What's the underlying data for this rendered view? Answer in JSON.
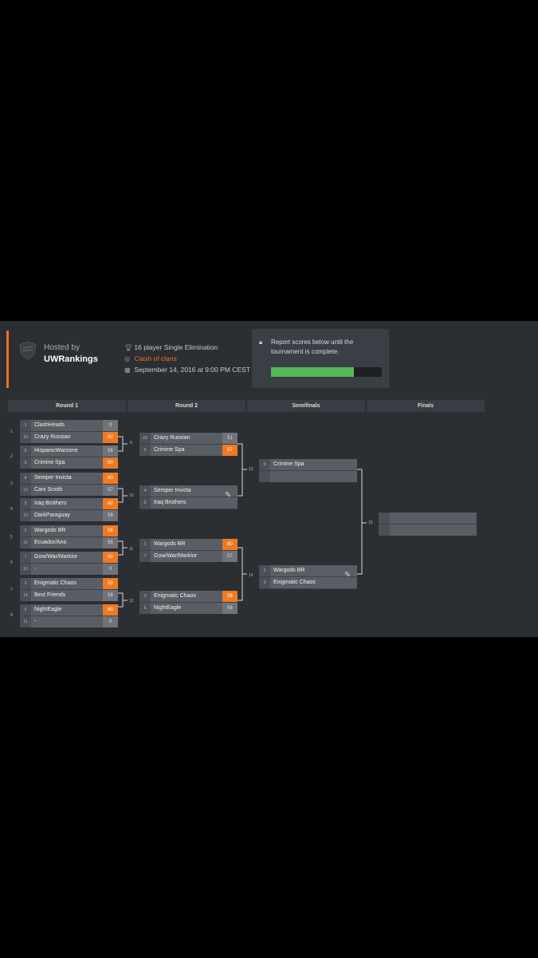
{
  "host": {
    "label": "Hosted by",
    "name": "UWRankings"
  },
  "tournament": {
    "format": "16 player Single Elimination",
    "game": "Clash of clans",
    "date": "September 14, 2016 at 9:00 PM CEST"
  },
  "report": {
    "text": "Report scores below until the tournament is complete.",
    "progress": 0.75
  },
  "colors": {
    "accent": "#f0721e",
    "progress": "#55b957",
    "panel": "#2b2e33"
  },
  "icons": {
    "format": "trophy-icon",
    "game": "gamepad-icon",
    "date": "calendar-icon",
    "report": "lock-icon",
    "edit": "edit-icon"
  },
  "rounds": [
    "Round 1",
    "Round 2",
    "Semifinals",
    "Finals"
  ],
  "matches": {
    "m1": {
      "num": "1",
      "p": [
        {
          "seed": "1",
          "name": "ClashHeads",
          "score": "0"
        },
        {
          "seed": "16",
          "name": "Crazy Russian",
          "score": "60",
          "win": true
        }
      ]
    },
    "m2": {
      "num": "2",
      "p": [
        {
          "seed": "8",
          "name": "HispanicWarzone",
          "score": "56"
        },
        {
          "seed": "9",
          "name": "Crimine Spa",
          "score": "60",
          "win": true
        }
      ]
    },
    "m3": {
      "num": "3",
      "p": [
        {
          "seed": "4",
          "name": "Semper Invicta",
          "score": "60",
          "win": true
        },
        {
          "seed": "13",
          "name": "Cani Sciolti",
          "score": "57"
        }
      ]
    },
    "m4": {
      "num": "4",
      "p": [
        {
          "seed": "5",
          "name": "Iraq Brothers",
          "score": "60",
          "win": true
        },
        {
          "seed": "12",
          "name": "DarkParaguay",
          "score": "58"
        }
      ]
    },
    "m5": {
      "num": "5",
      "p": [
        {
          "seed": "2",
          "name": "Wargods BR",
          "score": "58",
          "win": true
        },
        {
          "seed": "15",
          "name": "Ecuador/Ano",
          "score": "55"
        }
      ]
    },
    "m6": {
      "num": "6",
      "p": [
        {
          "seed": "7",
          "name": "Gow/War/Marklor",
          "score": "60",
          "win": true
        },
        {
          "seed": "10",
          "name": "-",
          "score": "0"
        }
      ]
    },
    "m7": {
      "num": "7",
      "p": [
        {
          "seed": "3",
          "name": "Enigmatic Chaos",
          "score": "59",
          "win": true
        },
        {
          "seed": "14",
          "name": "Best Friends",
          "score": "58"
        }
      ]
    },
    "m8": {
      "num": "8",
      "p": [
        {
          "seed": "6",
          "name": "NightEagle",
          "score": "60",
          "win": true
        },
        {
          "seed": "11",
          "name": "-",
          "score": "0"
        }
      ]
    },
    "m9": {
      "num": "9",
      "p": [
        {
          "seed": "16",
          "name": "Crazy Russian",
          "score": "51"
        },
        {
          "seed": "9",
          "name": "Crimine Spa",
          "score": "57",
          "win": true
        }
      ]
    },
    "m10": {
      "num": "10",
      "p": [
        {
          "seed": "4",
          "name": "Semper Invicta",
          "score": ""
        },
        {
          "seed": "5",
          "name": "Iraq Brothers",
          "score": ""
        }
      ]
    },
    "m11": {
      "num": "11",
      "p": [
        {
          "seed": "2",
          "name": "Wargods BR",
          "score": "60",
          "win": true
        },
        {
          "seed": "7",
          "name": "Gow/War/Marklor",
          "score": "57"
        }
      ]
    },
    "m12": {
      "num": "12",
      "p": [
        {
          "seed": "3",
          "name": "Enigmatic Chaos",
          "score": "58",
          "win": true
        },
        {
          "seed": "6",
          "name": "NightEagle",
          "score": "56"
        }
      ]
    },
    "m13": {
      "num": "13",
      "p": [
        {
          "seed": "9",
          "name": "Crimine Spa",
          "score": ""
        },
        {
          "seed": "",
          "name": "",
          "score": ""
        }
      ]
    },
    "m14": {
      "num": "14",
      "p": [
        {
          "seed": "2",
          "name": "Wargods BR",
          "score": ""
        },
        {
          "seed": "3",
          "name": "Enigmatic Chaos",
          "score": ""
        }
      ]
    },
    "m15": {
      "num": "15",
      "p": [
        {
          "seed": "",
          "name": "",
          "score": ""
        },
        {
          "seed": "",
          "name": "",
          "score": ""
        }
      ]
    }
  }
}
